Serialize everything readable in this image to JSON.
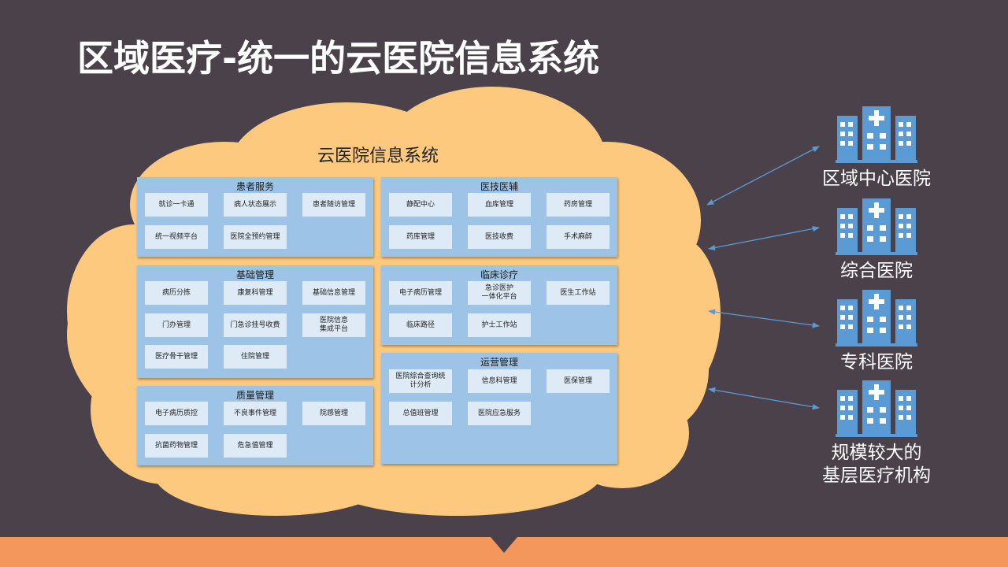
{
  "title": "区域医疗-统一的云医院信息系统",
  "cloud_title": "云医院信息系统",
  "colors": {
    "background": "#4a414b",
    "cloud": "#fdc97e",
    "panel": "#9dc3e6",
    "box": "#deebf7",
    "arrow": "#5b9bd5",
    "bottom_bar": "#f4975c"
  },
  "panels": {
    "patient_service": {
      "title": "患者服务",
      "items": [
        "就诊一卡通",
        "病人状态展示",
        "患者随访管理",
        "统一视频平台",
        "医院全预约管理"
      ]
    },
    "medical_tech": {
      "title": "医技医辅",
      "items": [
        "静配中心",
        "血库管理",
        "药房管理",
        "药库管理",
        "医技收费",
        "手术麻醉"
      ]
    },
    "basic_management": {
      "title": "基础管理",
      "items": [
        "病历分拣",
        "康复科管理",
        "基础信息管理",
        "门办管理",
        "门急诊挂号收费",
        "医院信息\n集成平台",
        "医疗骨干管理",
        "住院管理"
      ]
    },
    "clinical": {
      "title": "临床诊疗",
      "items": [
        "电子病历管理",
        "急诊医护\n一体化平台",
        "医生工作站",
        "临床路径",
        "护士工作站"
      ]
    },
    "operations": {
      "title": "运营管理",
      "items": [
        "医院综合查询统\n计分析",
        "信息科管理",
        "医保管理",
        "总值班管理",
        "医院应急服务"
      ]
    },
    "quality": {
      "title": "质量管理",
      "items": [
        "电子病历质控",
        "不良事件管理",
        "院感管理",
        "抗菌药物管理",
        "危急值管理"
      ]
    }
  },
  "hospitals": [
    {
      "label": "区域中心医院",
      "icon": "hospital-building-icon"
    },
    {
      "label": "综合医院",
      "icon": "hospital-building-icon"
    },
    {
      "label": "专科医院",
      "icon": "hospital-building-icon"
    },
    {
      "label": "规模较大的\n基层医疗机构",
      "icon": "hospital-building-icon"
    }
  ]
}
